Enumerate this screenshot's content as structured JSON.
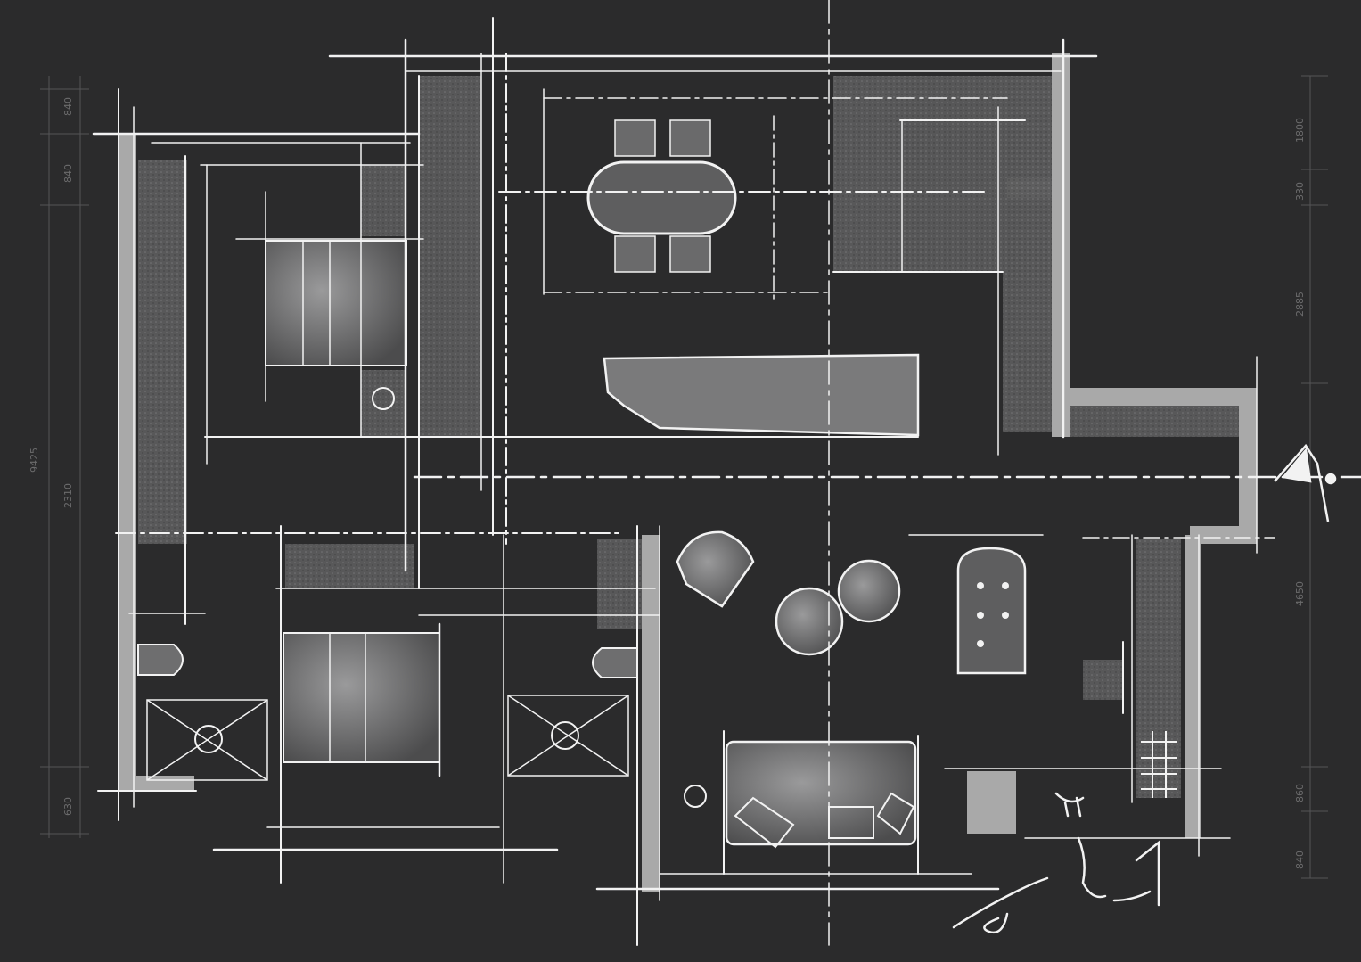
{
  "drawing": {
    "style": "chalk-on-blackboard floor plan sketch",
    "colors": {
      "background": "#2b2b2c",
      "chalk": "#f2f2f2",
      "wall": "#a9a9a9",
      "fill_dark": "#4a4a4b",
      "fill_mid": "#6e6e6f",
      "fill_light": "#8d8d8e",
      "dim_line": "#5a5a5b"
    }
  },
  "dimensions": {
    "left": {
      "overall": "9425",
      "segments": [
        "840",
        "840",
        "2310",
        "630"
      ]
    },
    "right": {
      "segments": [
        "1800",
        "330",
        "2885",
        "4650",
        "860",
        "840"
      ]
    }
  },
  "annotations": {
    "north_arrow": "north-arrow",
    "signature": "handwritten-signature"
  }
}
